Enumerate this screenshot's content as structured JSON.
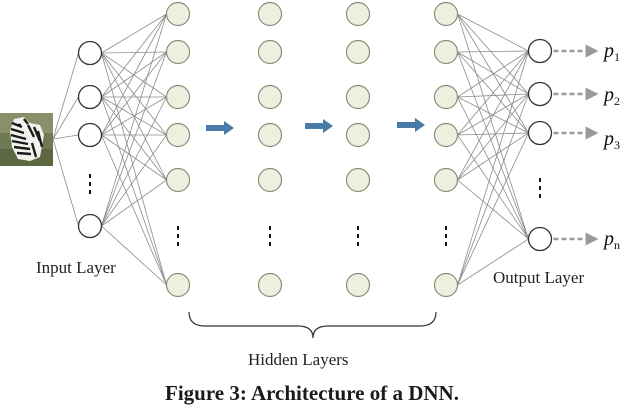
{
  "figure": {
    "input_label": "Input Layer",
    "hidden_label": "Hidden Layers",
    "output_label": "Output Layer",
    "caption": "Figure 3: Architecture of a DNN.",
    "outputs": [
      {
        "base": "p",
        "sub": "1"
      },
      {
        "base": "p",
        "sub": "2"
      },
      {
        "base": "p",
        "sub": "3"
      },
      {
        "base": "p",
        "sub": "n"
      }
    ]
  },
  "colors": {
    "input_node_fill": "#ffffff",
    "hidden_node_fill": "#eef0df",
    "hidden_node_stroke": "#8a8d78",
    "edge": "#8c8c8c",
    "flow_arrow": "#4a7aa7",
    "output_arrow": "#9a9a9a"
  },
  "icons": {
    "input_image": "zebra-image-icon"
  }
}
